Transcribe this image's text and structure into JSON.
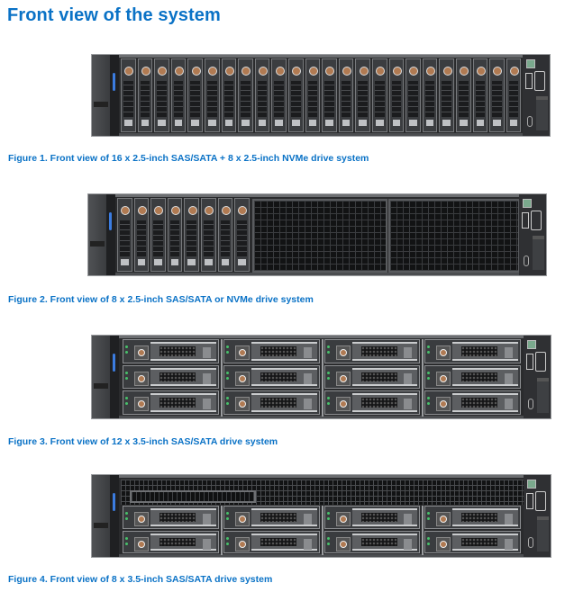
{
  "section": {
    "title": "Front view of the system"
  },
  "figures": [
    {
      "caption": "Figure 1. Front view of 16 x 2.5-inch SAS/SATA + 8 x 2.5-inch NVMe drive system",
      "drive_count": 24,
      "drive_form_factor": "2.5-inch"
    },
    {
      "caption": "Figure 2. Front view of 8 x 2.5-inch SAS/SATA or NVMe drive system",
      "drive_count": 8,
      "drive_form_factor": "2.5-inch"
    },
    {
      "caption": "Figure 3. Front view of 12 x 3.5-inch SAS/SATA drive system",
      "drive_count": 12,
      "drive_form_factor": "3.5-inch"
    },
    {
      "caption": "Figure 4. Front view of 8 x 3.5-inch SAS/SATA drive system",
      "drive_count": 8,
      "drive_form_factor": "3.5-inch"
    }
  ],
  "colors": {
    "heading": "#0a72c6",
    "caption": "#0a72c6",
    "status_led_blue": "#3b7ce0",
    "drive_led_green": "#47c06a"
  }
}
